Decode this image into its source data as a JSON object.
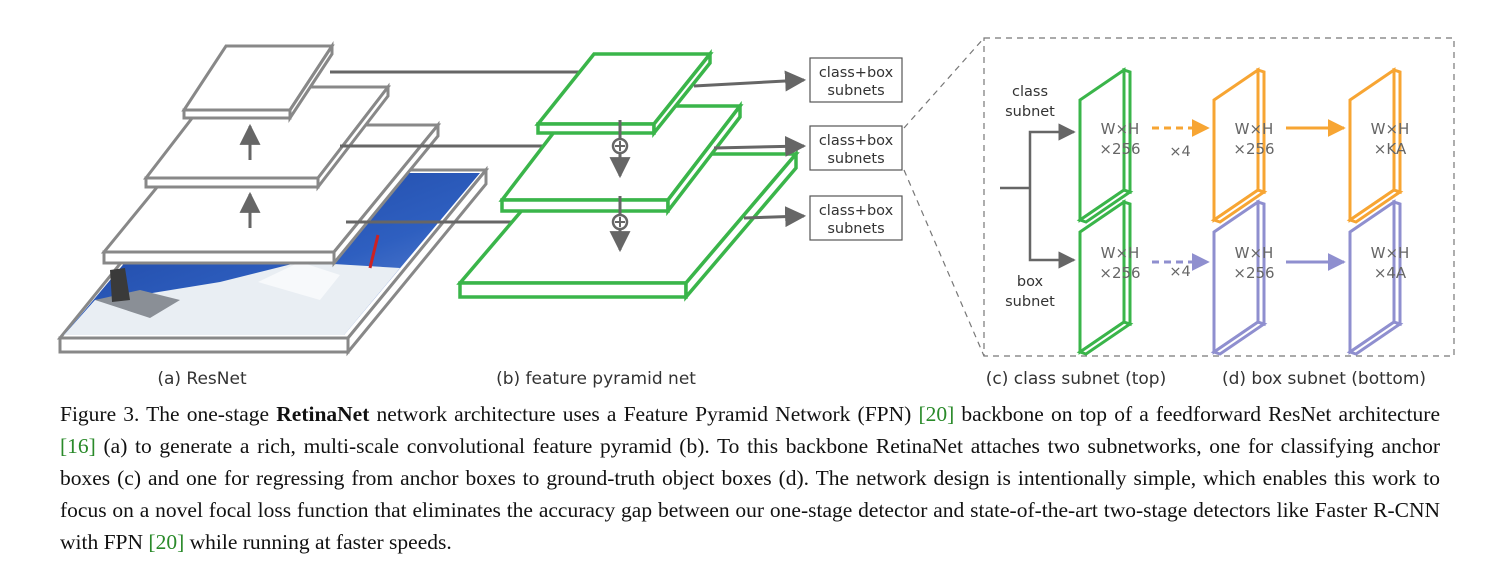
{
  "figure": {
    "panel_a_label": "(a) ResNet",
    "panel_b_label": "(b) feature pyramid net",
    "panel_c_label": "(c) class subnet (top)",
    "panel_d_label": "(d) box subnet (bottom)",
    "subnet_box_line1": "class+box",
    "subnet_box_line2": "subnets",
    "class_subnet_line1": "class",
    "class_subnet_line2": "subnet",
    "box_subnet_line1": "box",
    "box_subnet_line2": "subnet",
    "wh": "W×H",
    "c256": "×256",
    "ka": "×KA",
    "a4": "×4A",
    "x4": "×4",
    "colors": {
      "resnet_gray": "#888888",
      "fpn_green": "#3ab54a",
      "class_orange": "#f7a533",
      "box_purple": "#8f8fcf",
      "arrow_gray": "#666666"
    }
  },
  "caption": {
    "prefix": "Figure 3. The one-stage ",
    "bold": "RetinaNet",
    "p1": " network architecture uses a Feature Pyramid Network (FPN) ",
    "ref1": "[20]",
    "p2": " backbone on top of a feedforward ResNet architecture ",
    "ref2": "[16]",
    "p3": " (a) to generate a rich, multi-scale convolutional feature pyramid (b). To this backbone RetinaNet attaches two subnetworks, one for classifying anchor boxes (c) and one for regressing from anchor boxes to ground-truth object boxes (d). The network design is intentionally simple, which enables this work to focus on a novel focal loss function that eliminates the accuracy gap between our one-stage detector and state-of-the-art two-stage detectors like Faster R-CNN with FPN ",
    "ref3": "[20]",
    "p4": " while running at faster speeds."
  }
}
